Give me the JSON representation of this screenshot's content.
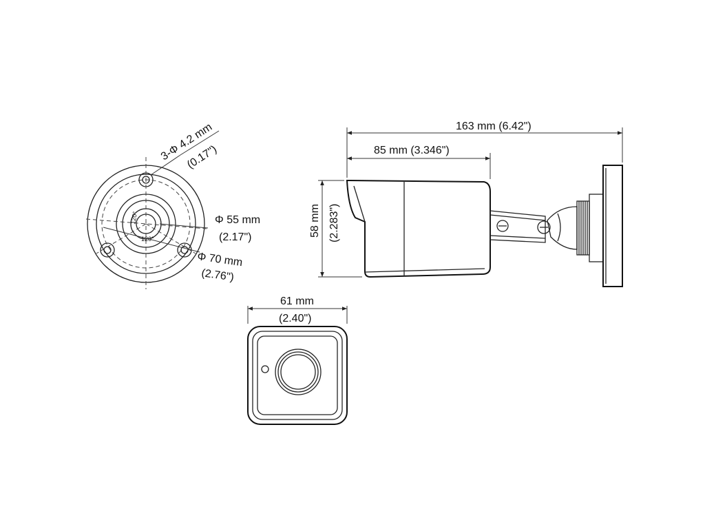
{
  "labels": {
    "hole": "3-Φ  4.2 mm",
    "hole_in": "(0.17\")",
    "d55": "Φ  55 mm",
    "d55_in": "(2.17\")",
    "d70": "Φ 70 mm",
    "d70_in": "(2.76\")",
    "angle_a": "120°",
    "angle_b": "120°",
    "len_total": "163 mm (6.42\")",
    "len_body": "85 mm (3.346\")",
    "height_mm": "58 mm",
    "height_in": "(2.283\")",
    "width_mm": "61 mm",
    "width_in": "(2.40\")"
  }
}
